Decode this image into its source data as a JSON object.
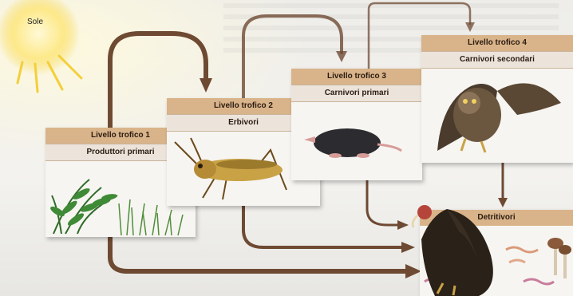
{
  "sun": {
    "label": "Sole"
  },
  "levels": [
    {
      "header": "Livello trofico 1",
      "name": "Produttori primari"
    },
    {
      "header": "Livello trofico 2",
      "name": "Erbivori"
    },
    {
      "header": "Livello trofico 3",
      "name": "Carnivori primari"
    },
    {
      "header": "Livello trofico 4",
      "name": "Carnivori secondari"
    }
  ],
  "detritivores": {
    "name": "Detritivori"
  },
  "colors": {
    "header_band": "#d9b48a",
    "name_band": "#ece4db",
    "arrow": "#6e4a33"
  },
  "icons": [
    "sun-icon",
    "fern-plants-icon",
    "grasshopper-icon",
    "mole-icon",
    "owl-icon",
    "vulture-icon",
    "worms-icon",
    "mushroom-icon"
  ]
}
